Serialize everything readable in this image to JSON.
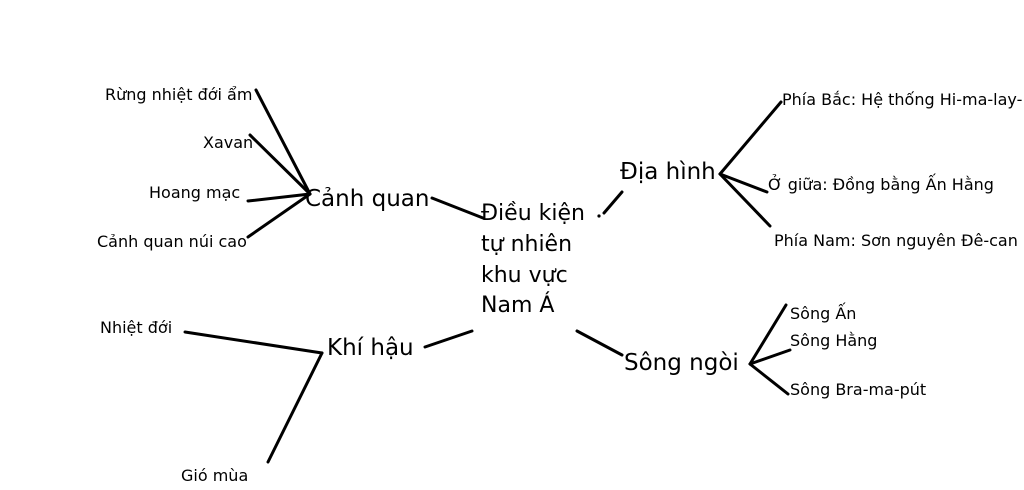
{
  "center": {
    "lines": [
      "Điều kiện",
      "tự nhiên",
      "khu vực",
      "Nam Á"
    ]
  },
  "branches": {
    "canh_quan": {
      "label": "Cảnh quan",
      "items": [
        "Rừng nhiệt đới ẩm",
        "Xavan",
        "Hoang mạc",
        "Cảnh quan núi cao"
      ]
    },
    "khi_hau": {
      "label": "Khí hậu",
      "items": [
        "Nhiệt đới",
        "Gió mùa"
      ]
    },
    "dia_hinh": {
      "label": "Địa hình",
      "items": [
        "Phía Bắc: Hệ thống Hi-ma-lay-",
        "Ở giữa: Đồng bằng Ấn Hằng",
        "Phía Nam: Sơn nguyên Đê-can"
      ]
    },
    "song_ngoi": {
      "label": "Sông ngòi",
      "items": [
        "Sông Ấn",
        "Sông Hằng",
        "Sông Bra-ma-pút"
      ]
    }
  }
}
